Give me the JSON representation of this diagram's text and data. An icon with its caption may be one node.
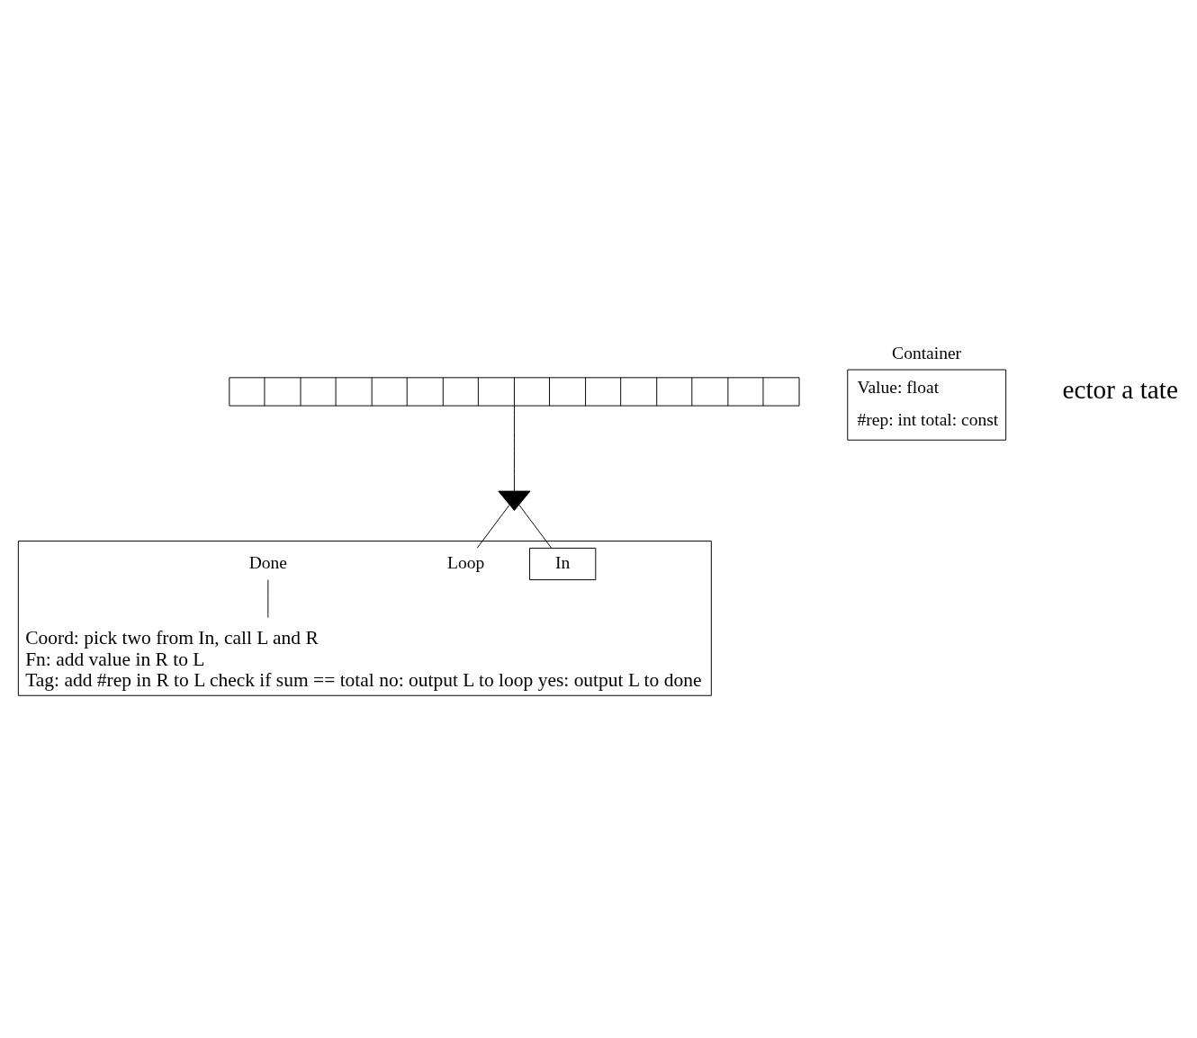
{
  "diagram": {
    "nodes": [
      {
        "text": [],
        "shape": "bar"
      },
      {
        "text": [],
        "shape": "chevron"
      },
      {
        "text": [
          "Coord: pick two from In, call L and R",
          "Fn: add value in R to L",
          "Tag: add #rep in R to L check if sum == total no: output L to loop yes: output L to done"
        ]
      },
      {
        "text": [
          "In"
        ],
        "in": 2
      },
      {
        "text": [
          "Loop"
        ],
        "in": 2
      },
      {
        "text": [
          "Done"
        ],
        "in": 2
      },
      {
        "text": [
          "Container",
          "Value: float",
          "#rep: int total: const"
        ]
      }
    ],
    "edges": [
      {
        "from": 0,
        "to": 1,
        "arrow": "none"
      },
      {
        "from": 4,
        "to": 1,
        "arrow": "none"
      },
      {
        "from": 1,
        "to": 3,
        "arrow": "none"
      },
      {
        "from": 5,
        "to": null,
        "arrow": "none"
      }
    ],
    "labels": [
      "ector a tate"
    ]
  }
}
